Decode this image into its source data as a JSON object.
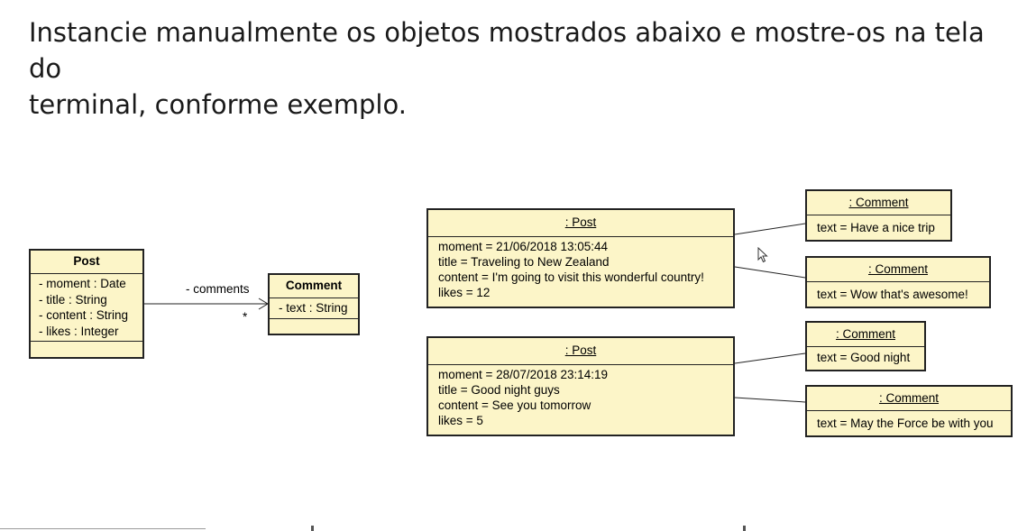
{
  "instruction": {
    "line1": "Instancie manualmente os objetos mostrados abaixo e mostre-os na tela do",
    "line2": "terminal, conforme exemplo."
  },
  "class_diagram": {
    "post": {
      "name": "Post",
      "attributes": [
        "- moment : Date",
        "- title : String",
        "- content : String",
        "- likes : Integer"
      ]
    },
    "comment": {
      "name": "Comment",
      "attributes": [
        "- text : String"
      ]
    },
    "association": {
      "role": "- comments",
      "multiplicity": "*"
    }
  },
  "object_diagram": {
    "posts": [
      {
        "header": ": Post",
        "fields": [
          "moment = 21/06/2018 13:05:44",
          "title = Traveling to New Zealand",
          "content = I'm going to visit this wonderful country!",
          "likes = 12"
        ],
        "comments": [
          {
            "header": ": Comment",
            "text": "text = Have a nice trip"
          },
          {
            "header": ": Comment",
            "text": "text = Wow that's awesome!"
          }
        ]
      },
      {
        "header": ": Post",
        "fields": [
          "moment = 28/07/2018 23:14:19",
          "title = Good night guys",
          "content = See you tomorrow",
          "likes = 5"
        ],
        "comments": [
          {
            "header": ": Comment",
            "text": "text = Good night"
          },
          {
            "header": ": Comment",
            "text": "text = May the Force be with you"
          }
        ]
      }
    ]
  },
  "colors": {
    "box_fill": "#fcf5c8",
    "border": "#222222"
  },
  "icons": {
    "pointer": "mouse-pointer-icon"
  }
}
